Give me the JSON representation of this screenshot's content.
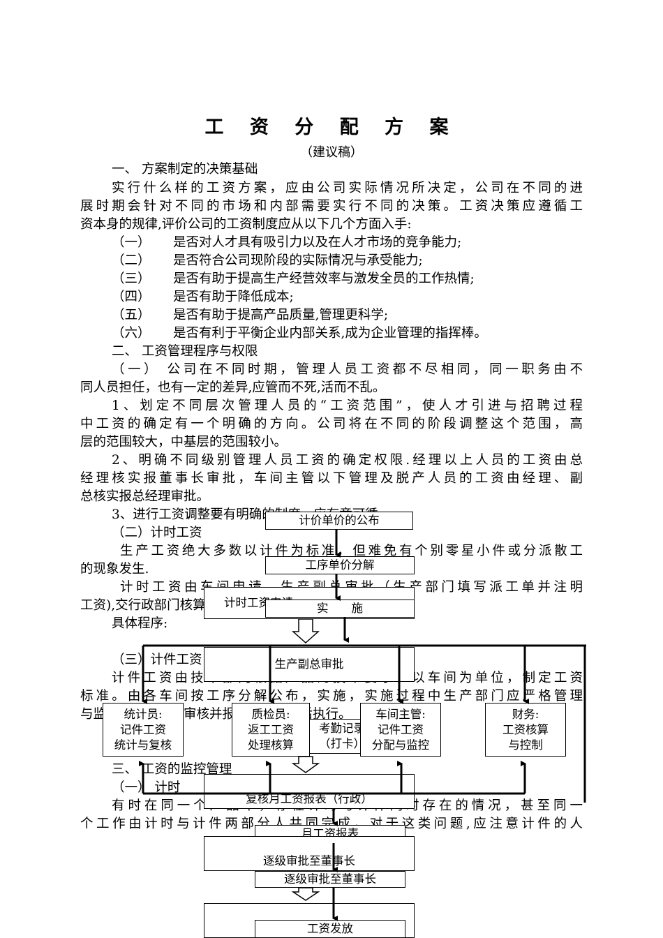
{
  "title": "工 资 分 配 方 案",
  "subtitle": "（建议稿）",
  "lines": [
    "一、  方案制定的决策基础",
    "实行什么样的工资方案，应由公司实际情况所决定，公司在不同的进",
    "展时期会针对不同的市场和内部需要实行不同的决策。工资决策应遵循工",
    "资本身的规律,评价公司的工资制度应从以下几个方面入手:",
    "二、  工资管理程序与权限",
    "（一）   公司在不同时期，管理人员工资都不尽相同，同一职务由不",
    "同人员担任，也有一定的差异,应管而不死,活而不乱。",
    "1、划定不同层次管理人员的“工资范围”，使人才引进与招聘过程",
    "中工资的确定有一个明确的方向。公司将在不同的阶段调整这个范围，高",
    "层的范围较大，中基层的范围较小。",
    "2、明确不同级别管理人员工资的确定权限.经理以上人员的工资由总",
    "经理核实报董事长审批，车间主管以下管理及脱产人员的工资由经理、副",
    "总核实报总经理审批。",
    "3、进行工资调整要有明确的制度，应有章可循.",
    "（二）计时工资",
    "生产工资绝大多数以计件为标准，但难免有个别零星小件或分派散工",
    "的现象发生.",
    "计时工资由车间申请，生产副总审批（生产部门填写派工单并注明",
    "工资),交行政部门核算，从计时工资（产值的5%）中支付。",
    "具体程序:",
    "（三）计件工资",
    "计件工资由技术部门根据产品的技术要求，以车间为单位，制定工资",
    "标准。由各车间按工序分解公布，实施，实施过程中生产部门应严格管理",
    "与监督，副总经理审核并报总经理审批后执行。",
    "三、  工资的监控管理",
    "（一）   计时",
    "有时在同一个产品中，存在计时与计件同时存在的情况，甚至同一",
    "个工作由计时与计件两部分人共同完成，对于这类问题,应注意计件的人"
  ],
  "items": [
    {
      "num": "（一）",
      "text": "是否对人才具有吸引力以及在人才市场的竞争能力;"
    },
    {
      "num": "（二）",
      "text": "是否符合公司现阶段的实际情况与承受能力;"
    },
    {
      "num": "（三）",
      "text": "是否有助于提高生产经营效率与激发全员的工作热情;"
    },
    {
      "num": "（四）",
      "text": "是否有助于降低成本;"
    },
    {
      "num": "（五）",
      "text": "是否有助于提高产品质量,管理更科学;"
    },
    {
      "num": "（六）",
      "text": "是否有利于平衡企业内部关系,成为企业管理的指挥棒。"
    }
  ],
  "flow": {
    "pricing_publish": "计价单价的公布",
    "process_split": "工序单价分解",
    "time_wage_apply": "计时工资申请",
    "implement": "实　　施",
    "vp_approve": "生产副总审批",
    "statistician": "统计员:\n记件工资\n统计与复核",
    "inspector": "质检员:\n返工工资\n处理核算",
    "workshop_head": "车间主管:\n记件工资\n分配与监控",
    "finance": "财务:\n工资核算\n与控制",
    "attendance": "考勤记录（打卡）",
    "review_monthly": "复核月工资报表（行政）",
    "monthly_report": "月工资报表",
    "approve_chairman_1": "逐级审批至董事长",
    "approve_chairman_2": "逐级审批至董事长",
    "payout": "工资发放"
  }
}
